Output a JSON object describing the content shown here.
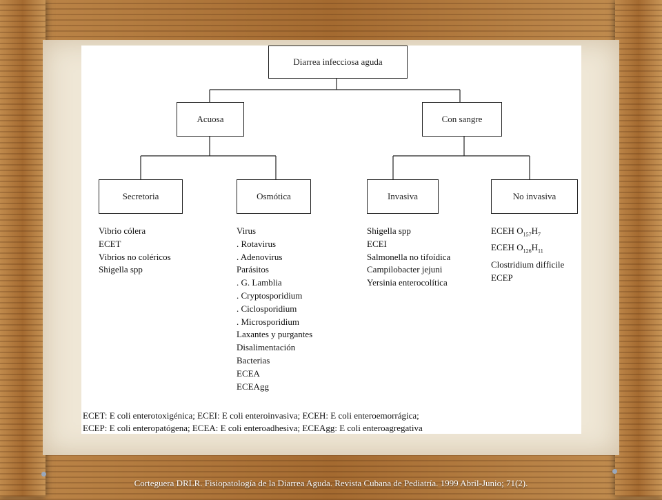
{
  "diagram": {
    "root": "Diarrea infecciosa aguda",
    "level1": [
      "Acuosa",
      "Con sangre"
    ],
    "level2": [
      "Secretoria",
      "Osmótica",
      "Invasiva",
      "No invasiva"
    ],
    "lists": {
      "secretoria": [
        "Vibrio cólera",
        "ECET",
        "Vibrios no coléricos",
        "Shigella spp"
      ],
      "osmotica": [
        ". Rotavirus",
        ". Adenovirus",
        "Parásitos",
        ". G. Lamblia",
        ". Cryptosporidium",
        ". Ciclosporidium",
        ". Microsporidium",
        "Laxantes y purgantes",
        "Disalimentación",
        "Bacterias",
        "ECEA",
        "ECEAgg"
      ],
      "osmotica_first": "Virus",
      "invasiva": [
        "Shigella spp",
        "ECEI",
        "Salmonella no tifoídica",
        "Campilobacter jejuni",
        "Yersinia enterocolítica"
      ],
      "no_invasiva": {
        "item1_prefix": "ECEH O",
        "item1_sub1": "157",
        "item1_mid": "H",
        "item1_sub2": "7",
        "item2_prefix": "ECEH O",
        "item2_sub1": "126",
        "item2_mid": "H",
        "item2_sub2": "11",
        "item3": "Clostridium difficile",
        "item4": "ECEP"
      }
    },
    "notes": [
      "ECET: E coli enterotoxigénica; ECEI: E coli enteroinvasiva; ECEH: E coli enteroemorrágica;",
      "ECEP: E coli enteropatógena; ECEA: E coli enteroadhesiva; ECEAgg: E coli enteroagregativa"
    ]
  },
  "citation": "Corteguera DRLR. Fisiopatología de la Diarrea Aguda. Revista Cubana de Pediatría. 1999 Abril-Junio; 71(2)."
}
